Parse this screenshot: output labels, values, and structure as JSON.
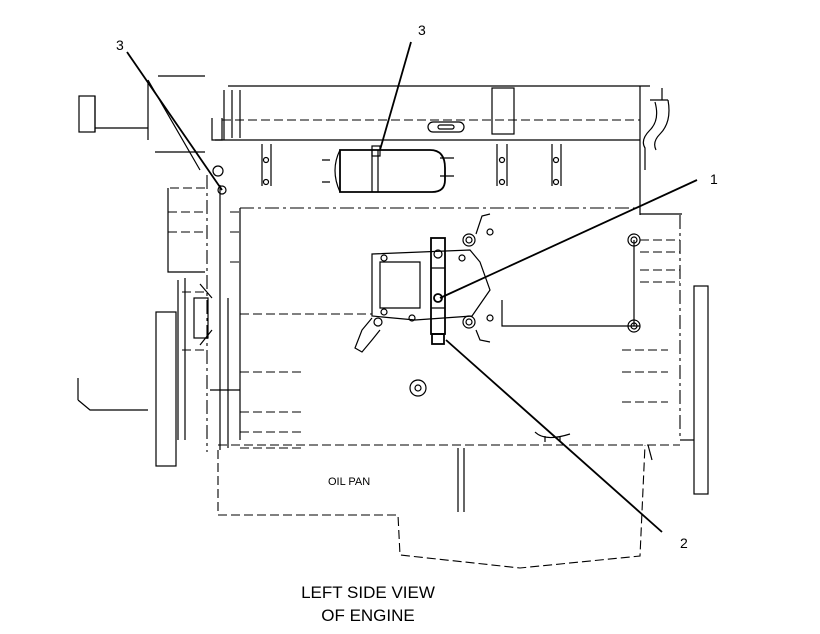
{
  "callouts": {
    "c1": "1",
    "c2": "2",
    "c3_left": "3",
    "c3_top": "3"
  },
  "labels": {
    "oil_pan": "OIL PAN"
  },
  "caption": {
    "line1": "LEFT SIDE VIEW",
    "line2": "OF ENGINE"
  }
}
